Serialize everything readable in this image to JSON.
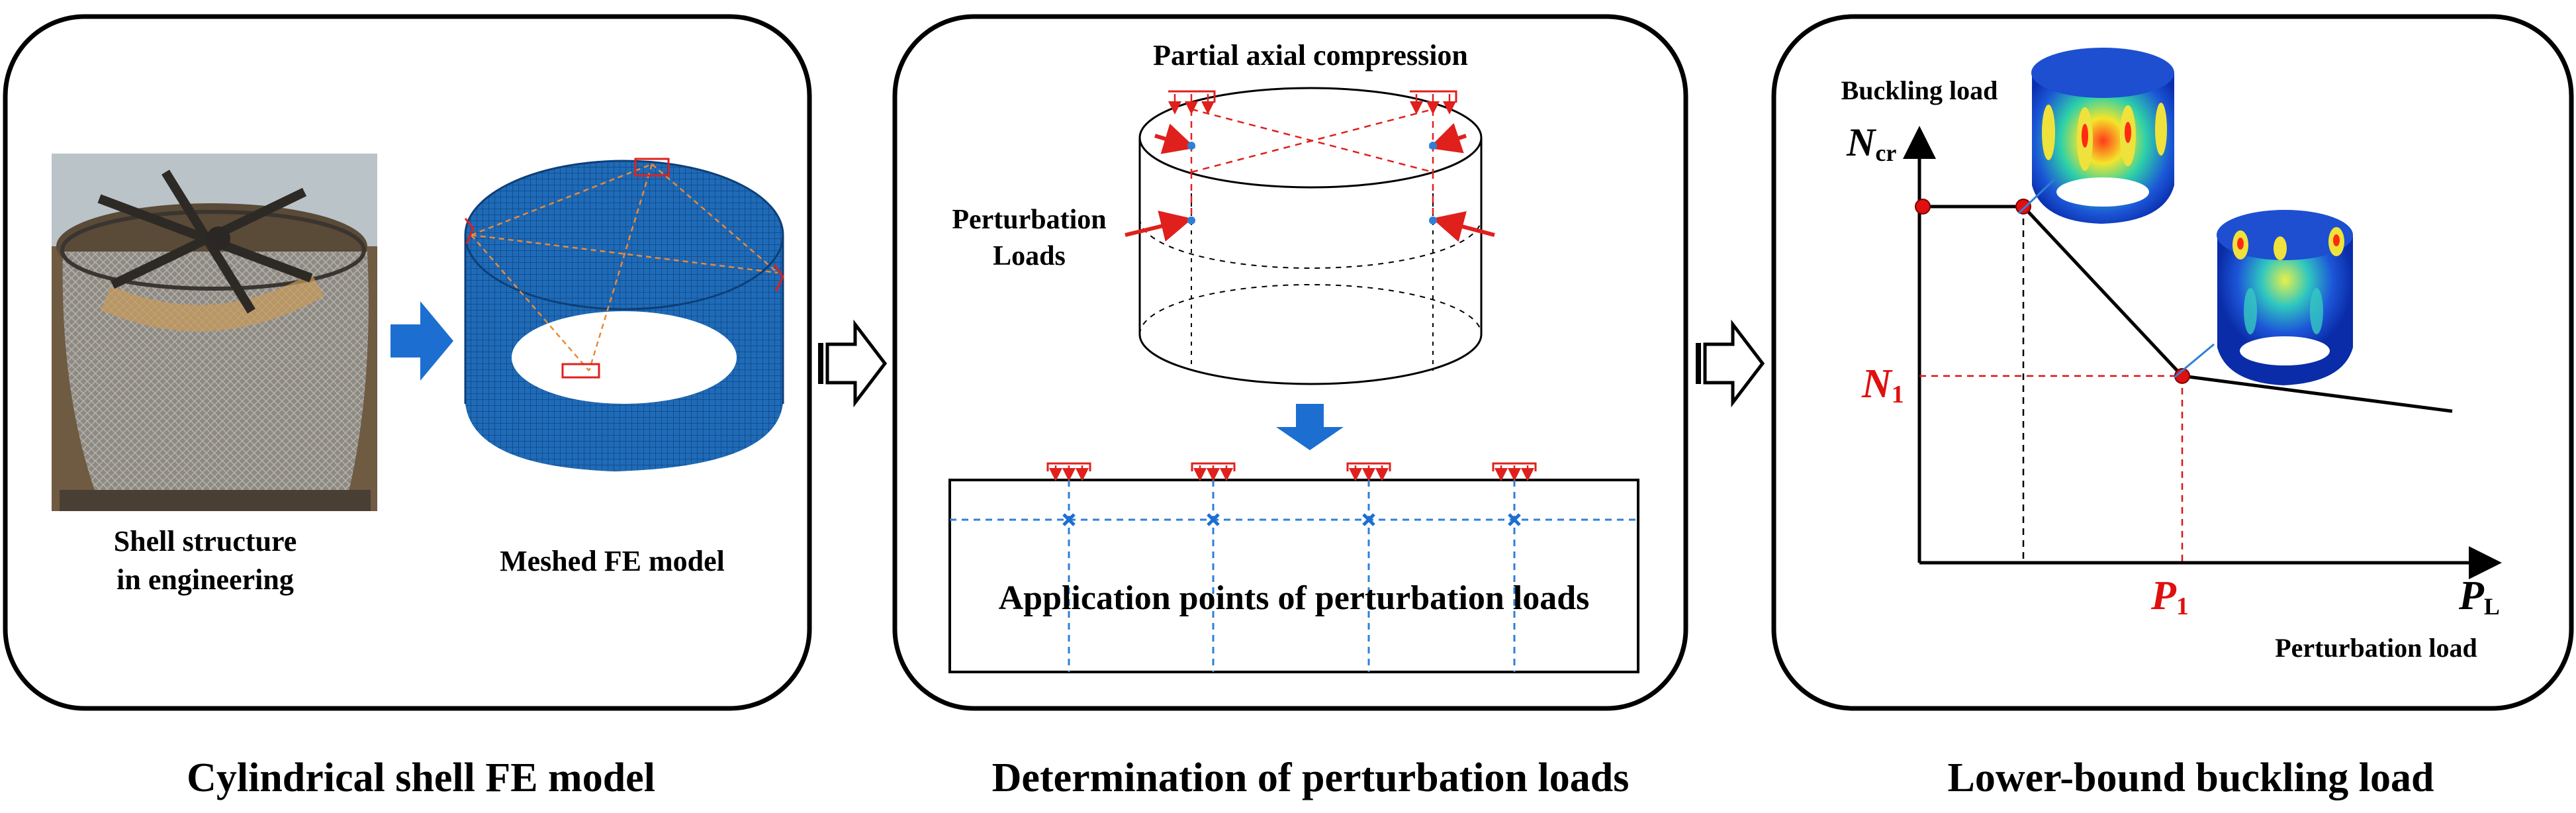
{
  "colors": {
    "mesh_blue": "#1f6bb8",
    "arrow_blue": "#1c6fd1",
    "load_red": "#e0201c",
    "dash_blue": "#2f7fd6",
    "graph_red": "#e01010"
  },
  "panels": {
    "fe_model": {
      "caption": "Cylindrical shell FE model",
      "photo_label_line1": "Shell structure",
      "photo_label_line2": "in engineering",
      "mesh_label": "Meshed FE model"
    },
    "perturbation": {
      "caption": "Determination of perturbation loads",
      "top_label": "Partial axial compression",
      "side_label_line1": "Perturbation",
      "side_label_line2": "Loads",
      "box_label": "Application points of perturbation loads"
    },
    "lower_bound": {
      "caption": "Lower-bound buckling load",
      "y_title": "Buckling load",
      "y_symbol": "N",
      "y_sub": "cr",
      "x_title": "Perturbation load",
      "x_symbol": "P",
      "x_sub": "L",
      "n1_symbol": "N",
      "n1_sub": "1",
      "p1_symbol": "P",
      "p1_sub": "1"
    }
  },
  "chart_data": {
    "type": "line",
    "xlabel": "Perturbation load",
    "ylabel": "Buckling load",
    "series": [
      {
        "x": [
          0,
          0.19,
          0.49,
          1.0
        ],
        "y": [
          1.0,
          1.0,
          0.52,
          0.42
        ]
      }
    ],
    "annotations": [
      "N1",
      "P1"
    ]
  }
}
